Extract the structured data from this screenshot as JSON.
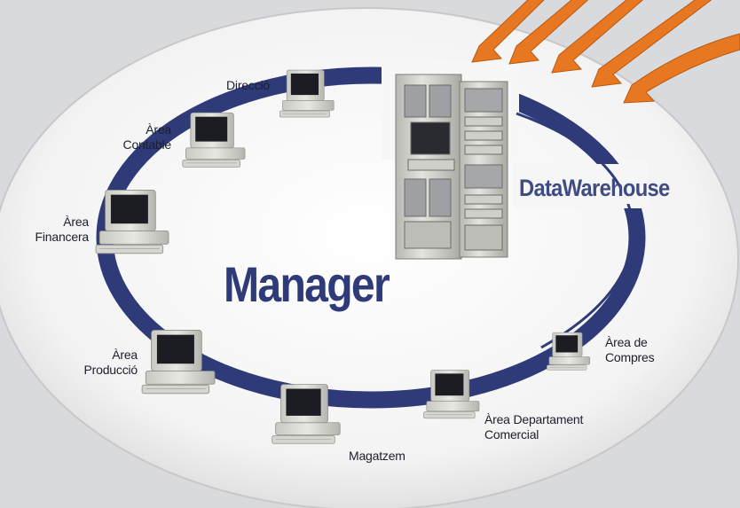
{
  "title": "Manager",
  "warehouse_label": "DataWarehouse",
  "nodes": [
    {
      "lines": [
        "Direcció"
      ]
    },
    {
      "lines": [
        "Àrea",
        "Contable"
      ]
    },
    {
      "lines": [
        "Àrea",
        "Financera"
      ]
    },
    {
      "lines": [
        "Àrea",
        "Producció"
      ]
    },
    {
      "lines": [
        "Magatzem"
      ]
    },
    {
      "lines": [
        "Àrea Departament",
        "Comercial"
      ]
    },
    {
      "lines": [
        "Àrea de",
        "Compres"
      ]
    }
  ],
  "colors": {
    "background": "#d9dadd",
    "ellipse": "#f4f4f4",
    "ring": "#2f3b78",
    "title": "#2e3b78",
    "arrows": "#e87722",
    "label": "#1b1f2d"
  }
}
